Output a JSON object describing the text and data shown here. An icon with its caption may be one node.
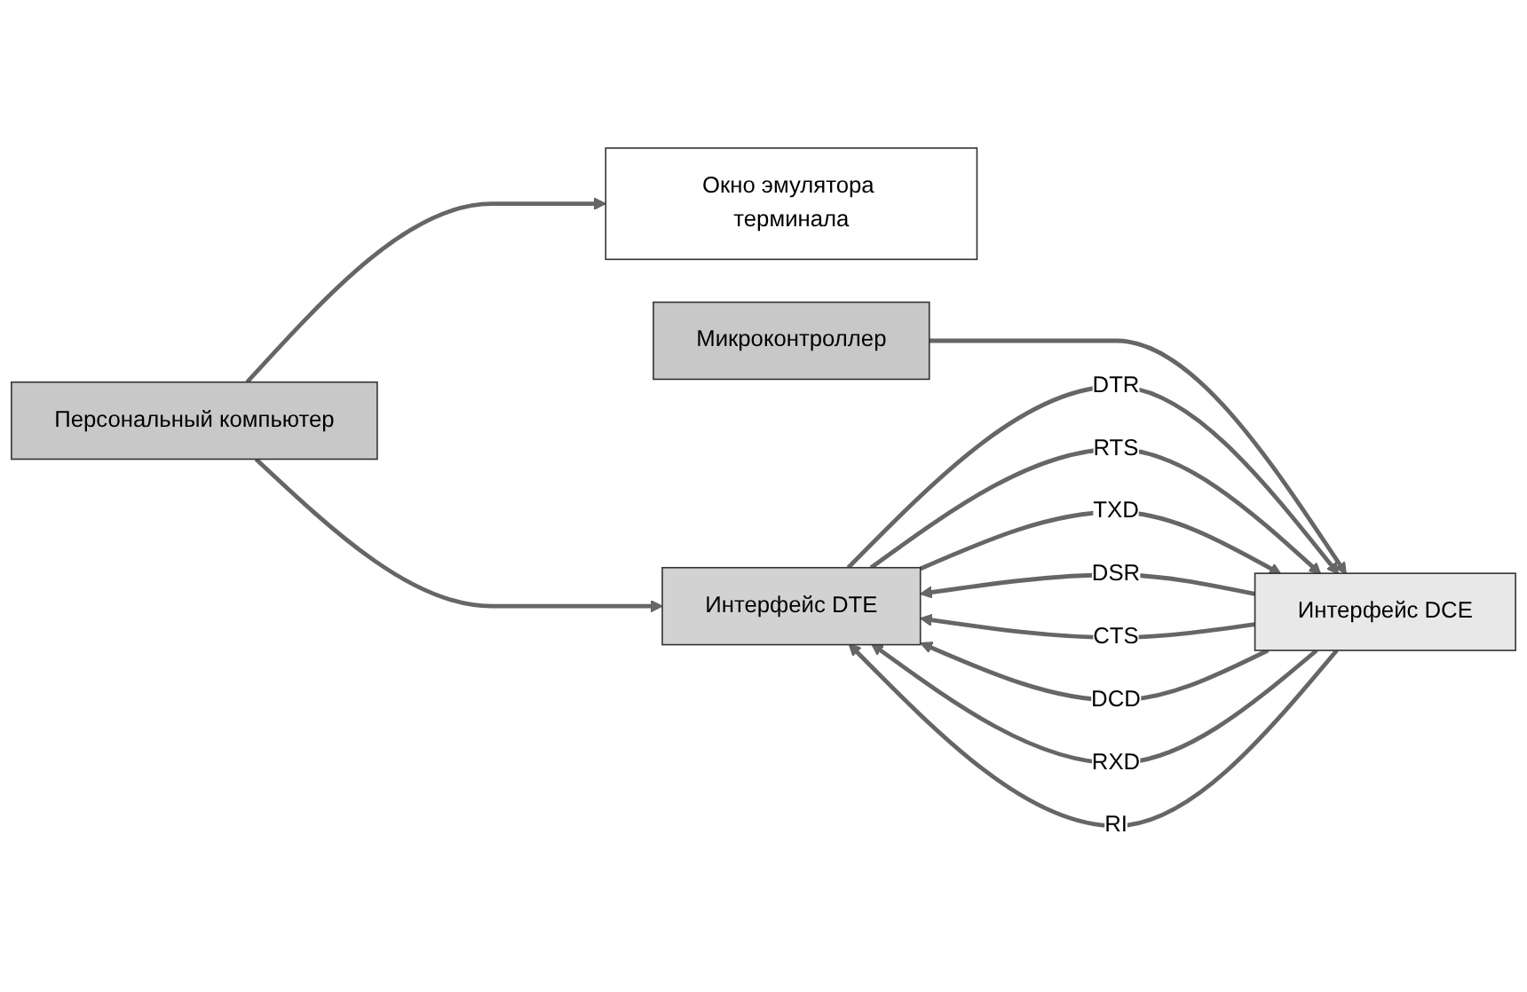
{
  "diagram": {
    "nodes": [
      {
        "text": [
          "Окно эмулятора терминала"
        ]
      },
      {
        "text": [
          "Персональный компьютер"
        ]
      },
      {
        "text": [
          "Интерфейс DTE"
        ]
      },
      {
        "text": [
          "Интерфейс DCE"
        ]
      },
      {
        "text": [
          "Микроконтроллер"
        ]
      }
    ],
    "edges": [
      {
        "from": 1,
        "to": 0,
        "arrow": "to"
      },
      {
        "from": 1,
        "to": 2,
        "arrow": "to"
      },
      {
        "from": 4,
        "to": 3,
        "arrow": "to"
      },
      {
        "from": 2,
        "to": 3,
        "arrow": "to",
        "label": "DTR"
      },
      {
        "from": 3,
        "to": 2,
        "arrow": "to",
        "label": "DSR"
      },
      {
        "from": 2,
        "to": 3,
        "arrow": "to",
        "label": "RTS"
      },
      {
        "from": 3,
        "to": 2,
        "arrow": "to",
        "label": "CTS"
      },
      {
        "from": 3,
        "to": 2,
        "arrow": "to",
        "label": "DCD"
      },
      {
        "from": 2,
        "to": 3,
        "arrow": "to",
        "label": "TXD"
      },
      {
        "from": 3,
        "to": 2,
        "arrow": "to",
        "label": "RXD"
      },
      {
        "from": 3,
        "to": 2,
        "arrow": "to",
        "label": "RI"
      }
    ]
  }
}
